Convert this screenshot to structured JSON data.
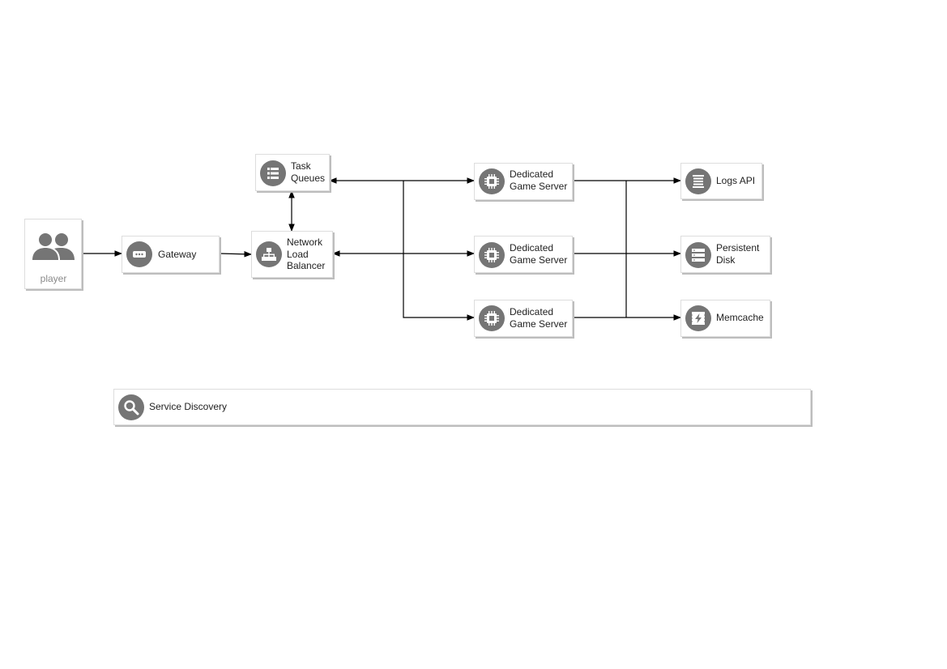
{
  "nodes": {
    "player": "player",
    "gateway": "Gateway",
    "task_queues": "Task\nQueues",
    "load_balancer": "Network\nLoad\nBalancer",
    "game_server_1": "Dedicated\nGame Server",
    "game_server_2": "Dedicated\nGame Server",
    "game_server_3": "Dedicated\nGame Server",
    "logs_api": "Logs API",
    "persistent_disk": "Persistent\nDisk",
    "memcache": "Memcache",
    "service_discovery": "Service Discovery"
  },
  "colors": {
    "icon_fill": "#757575",
    "player_label": "#8a8a8a",
    "edge": "#000000"
  },
  "icons": {
    "player": "users-icon",
    "gateway": "gateway-icon",
    "task_queues": "list-icon",
    "load_balancer": "network-icon",
    "game_server": "cpu-chip-icon",
    "logs_api": "stacked-lines-icon",
    "persistent_disk": "disk-stack-icon",
    "memcache": "lightning-icon",
    "service_discovery": "search-icon"
  }
}
